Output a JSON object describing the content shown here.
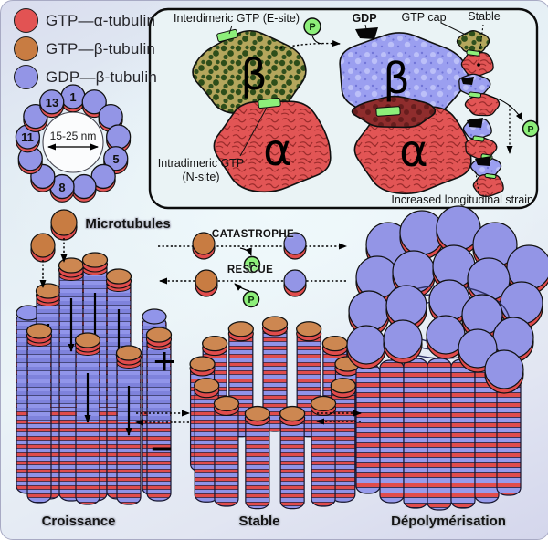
{
  "colors": {
    "gtp_alpha_red": "#e25353",
    "gtp_beta_orange": "#c87c42",
    "gdp_beta_purple": "#9395e6",
    "phosphate_green": "#8def7a",
    "stripe_red": "#e04c4c",
    "stripe_purple": "#8f93e8",
    "cap_orange": "#cd8751"
  },
  "legend": {
    "items": [
      {
        "label": "GTP—α-tubulin"
      },
      {
        "label": "GTP—β-tubulin"
      },
      {
        "label": "GDP—β-tubulin"
      }
    ]
  },
  "cross_section": {
    "diameter_label": "15-25 nm",
    "total_protofilaments": 13,
    "protofilament_numbers": [
      "1",
      "5",
      "8",
      "11",
      "13"
    ]
  },
  "panel": {
    "labels": {
      "interdimeric": "Interdimeric GTP (E-site)",
      "intradimeric_line1": "Intradimeric GTP",
      "intradimeric_line2": "(N-site)",
      "gdp": "GDP",
      "gtp_cap": "GTP cap",
      "stable": "Stable",
      "strain": "Increased longitudinal strain",
      "alpha": "α",
      "beta": "β",
      "phosphate": "P"
    }
  },
  "middle": {
    "microtubules_label": "Microtubules",
    "catastrophe_label": "CATASTROPHE",
    "rescue_label": "RESCUE",
    "phosphate": "P",
    "plus_sign": "+",
    "minus_sign": "−"
  },
  "bottom_labels": {
    "growth": "Croissance",
    "stable": "Stable",
    "depolymerization": "Dépolymérisation"
  }
}
